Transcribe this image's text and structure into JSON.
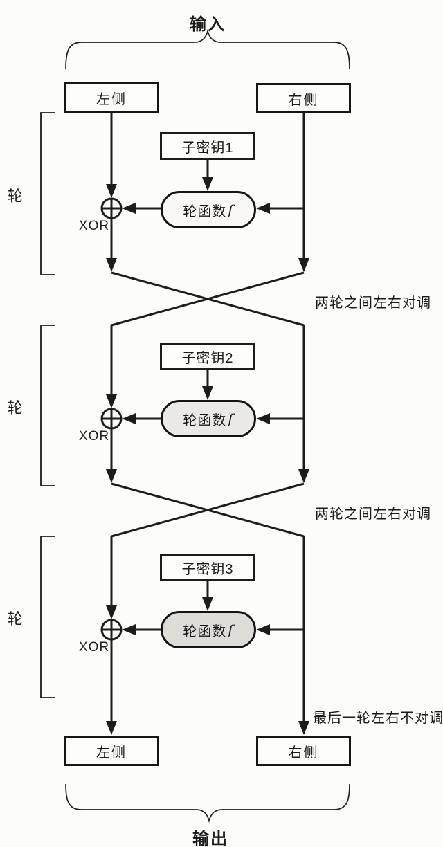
{
  "diagram": {
    "input_label": "输入",
    "output_label": "输出",
    "top_left_box": "左侧",
    "top_right_box": "右侧",
    "bottom_left_box": "左侧",
    "bottom_right_box": "右侧",
    "round_label": "轮",
    "xor_label": "XOR",
    "function_label": "轮函数",
    "function_var": "f",
    "rounds": [
      {
        "subkey": "子密钥1"
      },
      {
        "subkey": "子密钥2"
      },
      {
        "subkey": "子密钥3"
      }
    ],
    "swap_between_label": "两轮之间左右对调",
    "no_swap_label": "最后一轮左右不对调",
    "colors": {
      "line": "#1c1c1c",
      "box_fill": "#fdfdfb",
      "pill_fill_round1": "#f9f8f4",
      "pill_fill_round2": "#ebe9e5",
      "pill_fill_round3": "#dedcd7",
      "background": "#fcfcfa"
    }
  }
}
